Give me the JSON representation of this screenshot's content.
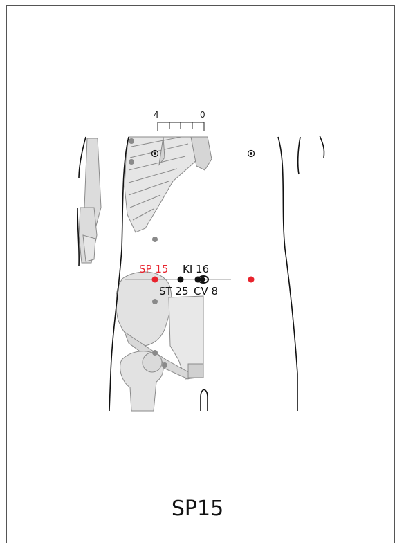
{
  "scale": {
    "left_label": "4",
    "right_label": "0"
  },
  "points": {
    "sp15": {
      "label": "SP 15",
      "color": "#e8232d"
    },
    "ki16": {
      "label": "KI 16",
      "color": "#111111"
    },
    "st25": {
      "label": "ST 25",
      "color": "#111111"
    },
    "cv8": {
      "label": "CV 8",
      "color": "#111111"
    }
  },
  "caption": "SP15"
}
